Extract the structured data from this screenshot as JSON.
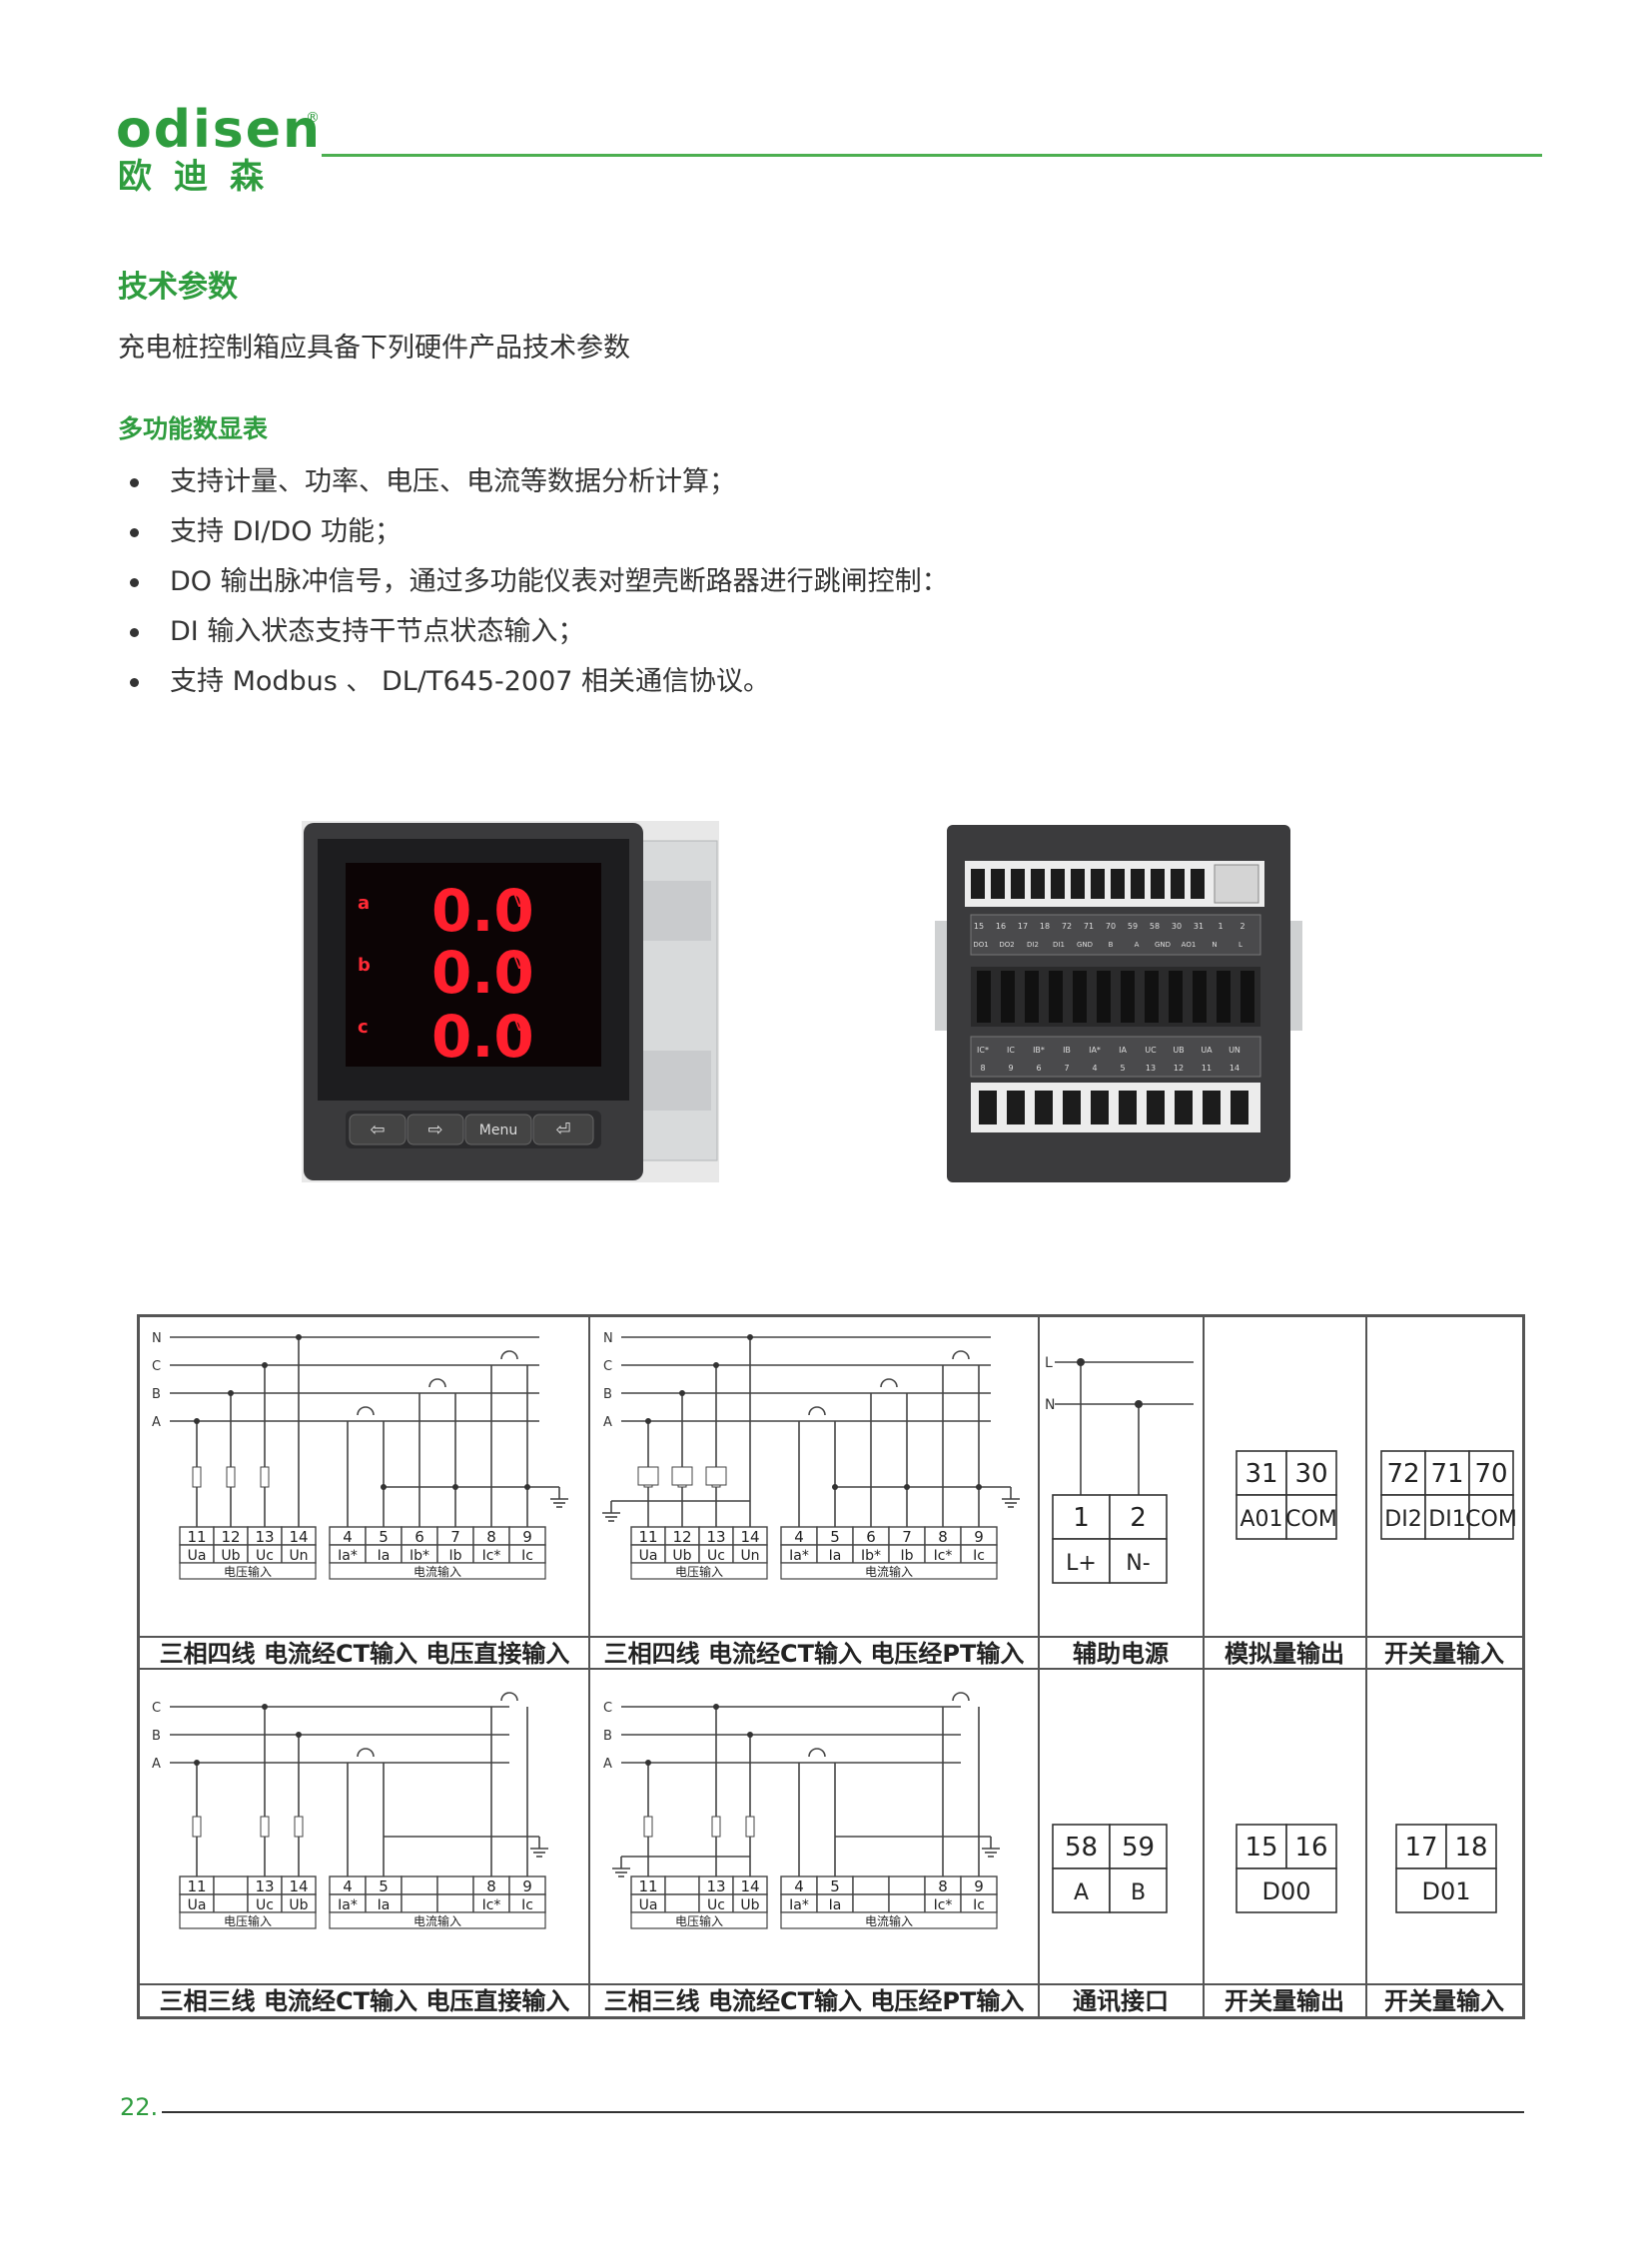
{
  "header": {
    "logo_en": "odisen",
    "logo_reg": "®",
    "logo_cn": "欧迪森"
  },
  "section": {
    "title": "技术参数",
    "intro": "充电桩控制箱应具备下列硬件产品技术参数",
    "subtitle": "多功能数显表",
    "bullets": [
      "支持计量、功率、电压、电流等数据分析计算；",
      "支持 DI/DO 功能；",
      "DO 输出脉冲信号，通过多功能仪表对塑壳断路器进行跳闸控制：",
      "DI 输入状态支持干节点状态输入；",
      "支持 Modbus 、 DL/T645-2007 相关通信协议。"
    ]
  },
  "meter_front": {
    "rows": [
      {
        "phase": "a",
        "value": "0.0",
        "unit": "V"
      },
      {
        "phase": "b",
        "value": "0.0",
        "unit": "V"
      },
      {
        "phase": "c",
        "value": "0.0",
        "unit": "V"
      }
    ],
    "buttons": [
      "⇦",
      "⇨",
      "Menu",
      "⏎"
    ]
  },
  "meter_back": {
    "top_terminals": [
      "15",
      "16",
      "17",
      "18",
      "72",
      "71",
      "70",
      "59",
      "58",
      "30",
      "31",
      "1",
      "2"
    ],
    "top_labels": [
      "DO1",
      "DO2",
      "DI2",
      "DI1",
      "GND",
      "B",
      "A",
      "GND",
      "AO1",
      "N",
      "L"
    ],
    "bottom_labels": [
      "IC*",
      "IC",
      "IB*",
      "IB",
      "IA*",
      "IA",
      "UC",
      "UB",
      "UA",
      "UN"
    ],
    "bottom_terminals": [
      "8",
      "9",
      "6",
      "7",
      "4",
      "5",
      "13",
      "12",
      "11",
      "14"
    ]
  },
  "wiring": {
    "line_labels_4w": [
      "N",
      "C",
      "B",
      "A"
    ],
    "line_labels_3w": [
      "C",
      "B",
      "A"
    ],
    "aux_lines": [
      "L",
      "N"
    ],
    "volt_terminals_4w": [
      "11",
      "12",
      "13",
      "14"
    ],
    "volt_names_4w": [
      "Ua",
      "Ub",
      "Uc",
      "Un"
    ],
    "volt_terminals_3w": [
      "11",
      "",
      "13",
      "14"
    ],
    "volt_names_3w": [
      "Ua",
      "",
      "Uc",
      "Ub"
    ],
    "curr_terminals": [
      "4",
      "5",
      "6",
      "7",
      "8",
      "9"
    ],
    "curr_names": [
      "Ia*",
      "Ia",
      "Ib*",
      "Ib",
      "Ic*",
      "Ic"
    ],
    "curr_terminals_3w": [
      "4",
      "5",
      "",
      "",
      "8",
      "9"
    ],
    "curr_names_3w": [
      "Ia*",
      "Ia",
      "",
      "",
      "Ic*",
      "Ic"
    ],
    "volt_group": "电压输入",
    "curr_group": "电流输入",
    "aux": {
      "terminals": [
        "1",
        "2"
      ],
      "names": [
        "L+",
        "N-"
      ]
    },
    "analog": {
      "terminals": [
        "31",
        "30"
      ],
      "names": [
        "A01",
        "COM"
      ]
    },
    "di_top": {
      "terminals": [
        "72",
        "71",
        "70"
      ],
      "names": [
        "DI2",
        "DI1",
        "COM"
      ]
    },
    "comm": {
      "terminals": [
        "58",
        "59"
      ],
      "names": [
        "A",
        "B"
      ]
    },
    "do1": {
      "terminals": [
        "15",
        "16"
      ],
      "name": "D00"
    },
    "do2": {
      "terminals": [
        "17",
        "18"
      ],
      "name": "D01"
    },
    "labels_row1": [
      "三相四线 电流经CT输入 电压直接输入",
      "三相四线 电流经CT输入 电压经PT输入",
      "辅助电源",
      "模拟量输出",
      "开关量输入"
    ],
    "labels_row2": [
      "三相三线 电流经CT输入 电压直接输入",
      "三相三线 电流经CT输入 电压经PT输入",
      "通讯接口",
      "开关量输出",
      "开关量输入"
    ]
  },
  "footer": {
    "page": "22."
  }
}
